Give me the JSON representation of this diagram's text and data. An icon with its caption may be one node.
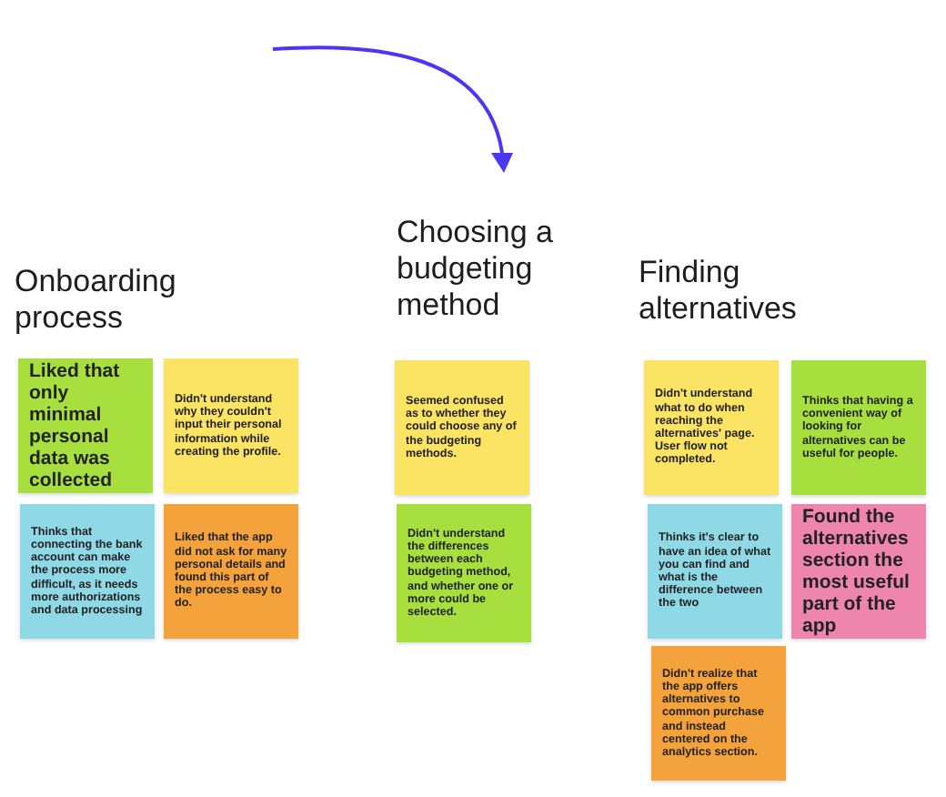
{
  "diagram": {
    "nodes": [
      {
        "text": [
          "Liked that only minimal personal data was collected"
        ]
      },
      {
        "text": [
          "Didn't understand why they couldn't input their personal information while creating the profile."
        ]
      },
      {
        "text": [
          "Thinks that connecting the bank account can make the process more difficult, as it needs more authorizations and data processing"
        ]
      },
      {
        "text": [
          "Liked that the app did not ask for many personal details and found this part of the process easy to do."
        ]
      },
      {
        "text": [
          "Seemed confused as to whether they could choose any of the budgeting methods."
        ]
      },
      {
        "text": [
          "Didn't understand the differences between each budgeting method, and whether one or more could be selected."
        ]
      },
      {
        "text": [
          "Didn't understand what to do when reaching the alternatives' page. User flow not completed."
        ]
      },
      {
        "text": [
          "Thinks that having a convenient way of looking for alternatives can be useful for people."
        ]
      },
      {
        "text": [
          "Thinks it's clear to have an idea of what you can find and what is the difference between the two"
        ]
      },
      {
        "text": [
          "Found the alternatives section the most useful part of the app"
        ]
      },
      {
        "text": [
          "Didn't  realize that the app offers alternatives to common purchase and instead centered on the analytics section."
        ]
      }
    ],
    "labels": [
      "Onboarding process",
      "Choosing a budgeting method",
      "Finding alternatives"
    ]
  }
}
